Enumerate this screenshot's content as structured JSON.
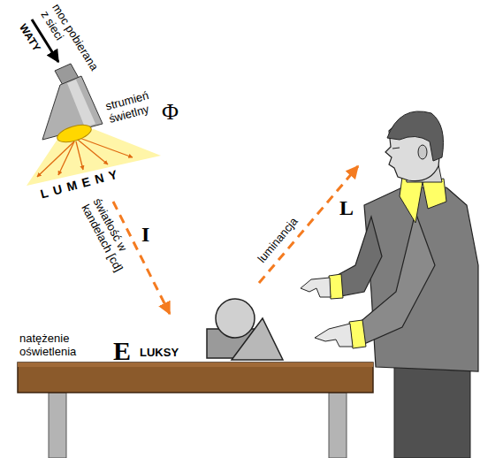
{
  "diagram": {
    "labels": [
      "moc pobierana z sieci",
      "WATY",
      "strumień świetlny",
      "Φ",
      "LUMENY",
      "światłość w kandelach [cd]",
      "I",
      "luminancja",
      "L",
      "natężenie oświetlenia",
      "E",
      "LUKSY"
    ]
  }
}
